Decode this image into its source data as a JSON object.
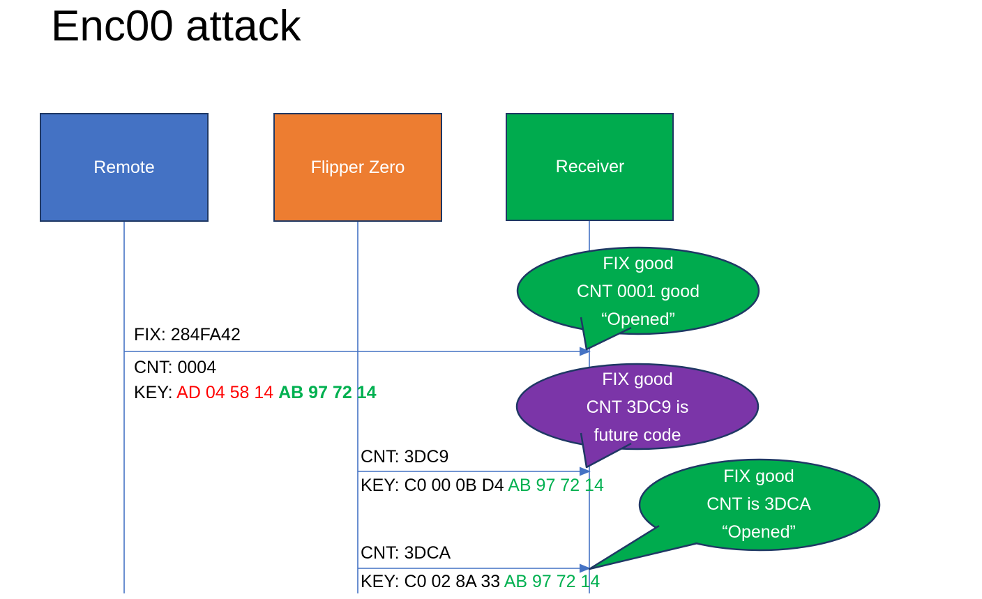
{
  "slide": {
    "title": "Enc00 attack"
  },
  "colors": {
    "blue": "#4472C4",
    "orange": "#ED7D31",
    "green": "#00AB4E",
    "purple": "#7B35A8",
    "outline": "#1F3864",
    "connector": "#4472C4",
    "key_red": "#FF0000",
    "key_green": "#00B050"
  },
  "actors": [
    {
      "label": "Remote"
    },
    {
      "label": "Flipper Zero"
    },
    {
      "label": "Receiver"
    }
  ],
  "messages": [
    {
      "fix": "FIX: 284FA42",
      "cnt": "CNT: 0004",
      "key_label": "KEY: ",
      "key_red": "AD 04 58 14 ",
      "key_green": "AB 97 72 14"
    },
    {
      "cnt": "CNT: 3DC9",
      "key_black": "KEY: C0 00 0B D4 ",
      "key_green": "AB 97 72 14"
    },
    {
      "cnt": "CNT: 3DCA",
      "key_black": "KEY: C0 02 8A 33 ",
      "key_green": "AB 97 72 14"
    }
  ],
  "callouts": [
    {
      "lines": [
        "FIX good",
        "CNT 0001 good",
        "“Opened”"
      ]
    },
    {
      "lines": [
        "FIX good",
        "CNT 3DC9 is",
        "future code"
      ]
    },
    {
      "lines": [
        "FIX good",
        "CNT is 3DCA",
        "“Opened”"
      ]
    }
  ]
}
